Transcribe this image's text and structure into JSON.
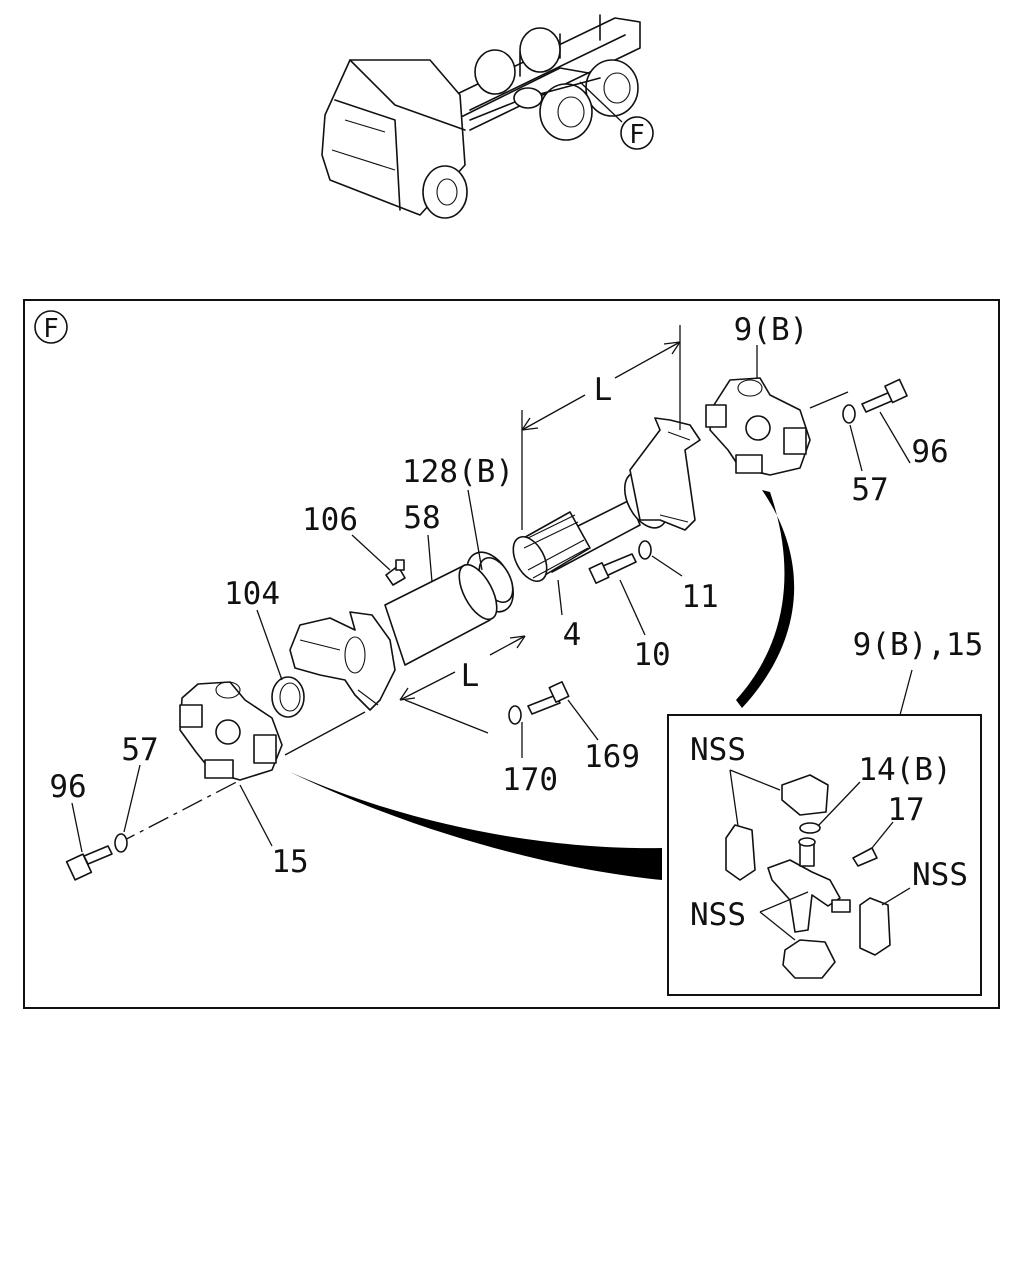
{
  "overview": {
    "view_marker": "F"
  },
  "detail": {
    "view_marker": "F",
    "labels": {
      "p_9b_top": "9(B)",
      "p_96_right": "96",
      "p_57_right": "57",
      "p_L_top": "L",
      "p_128b": "128(B)",
      "p_106": "106",
      "p_58": "58",
      "p_104": "104",
      "p_4": "4",
      "p_11": "11",
      "p_10": "10",
      "p_L_bottom": "L",
      "p_170": "170",
      "p_169": "169",
      "p_57_left": "57",
      "p_96_left": "96",
      "p_15": "15"
    }
  },
  "inset": {
    "title": "9(B),15",
    "labels": {
      "nss_top": "NSS",
      "p_14b": "14(B)",
      "p_17": "17",
      "nss_right": "NSS",
      "nss_mid": "NSS"
    }
  }
}
